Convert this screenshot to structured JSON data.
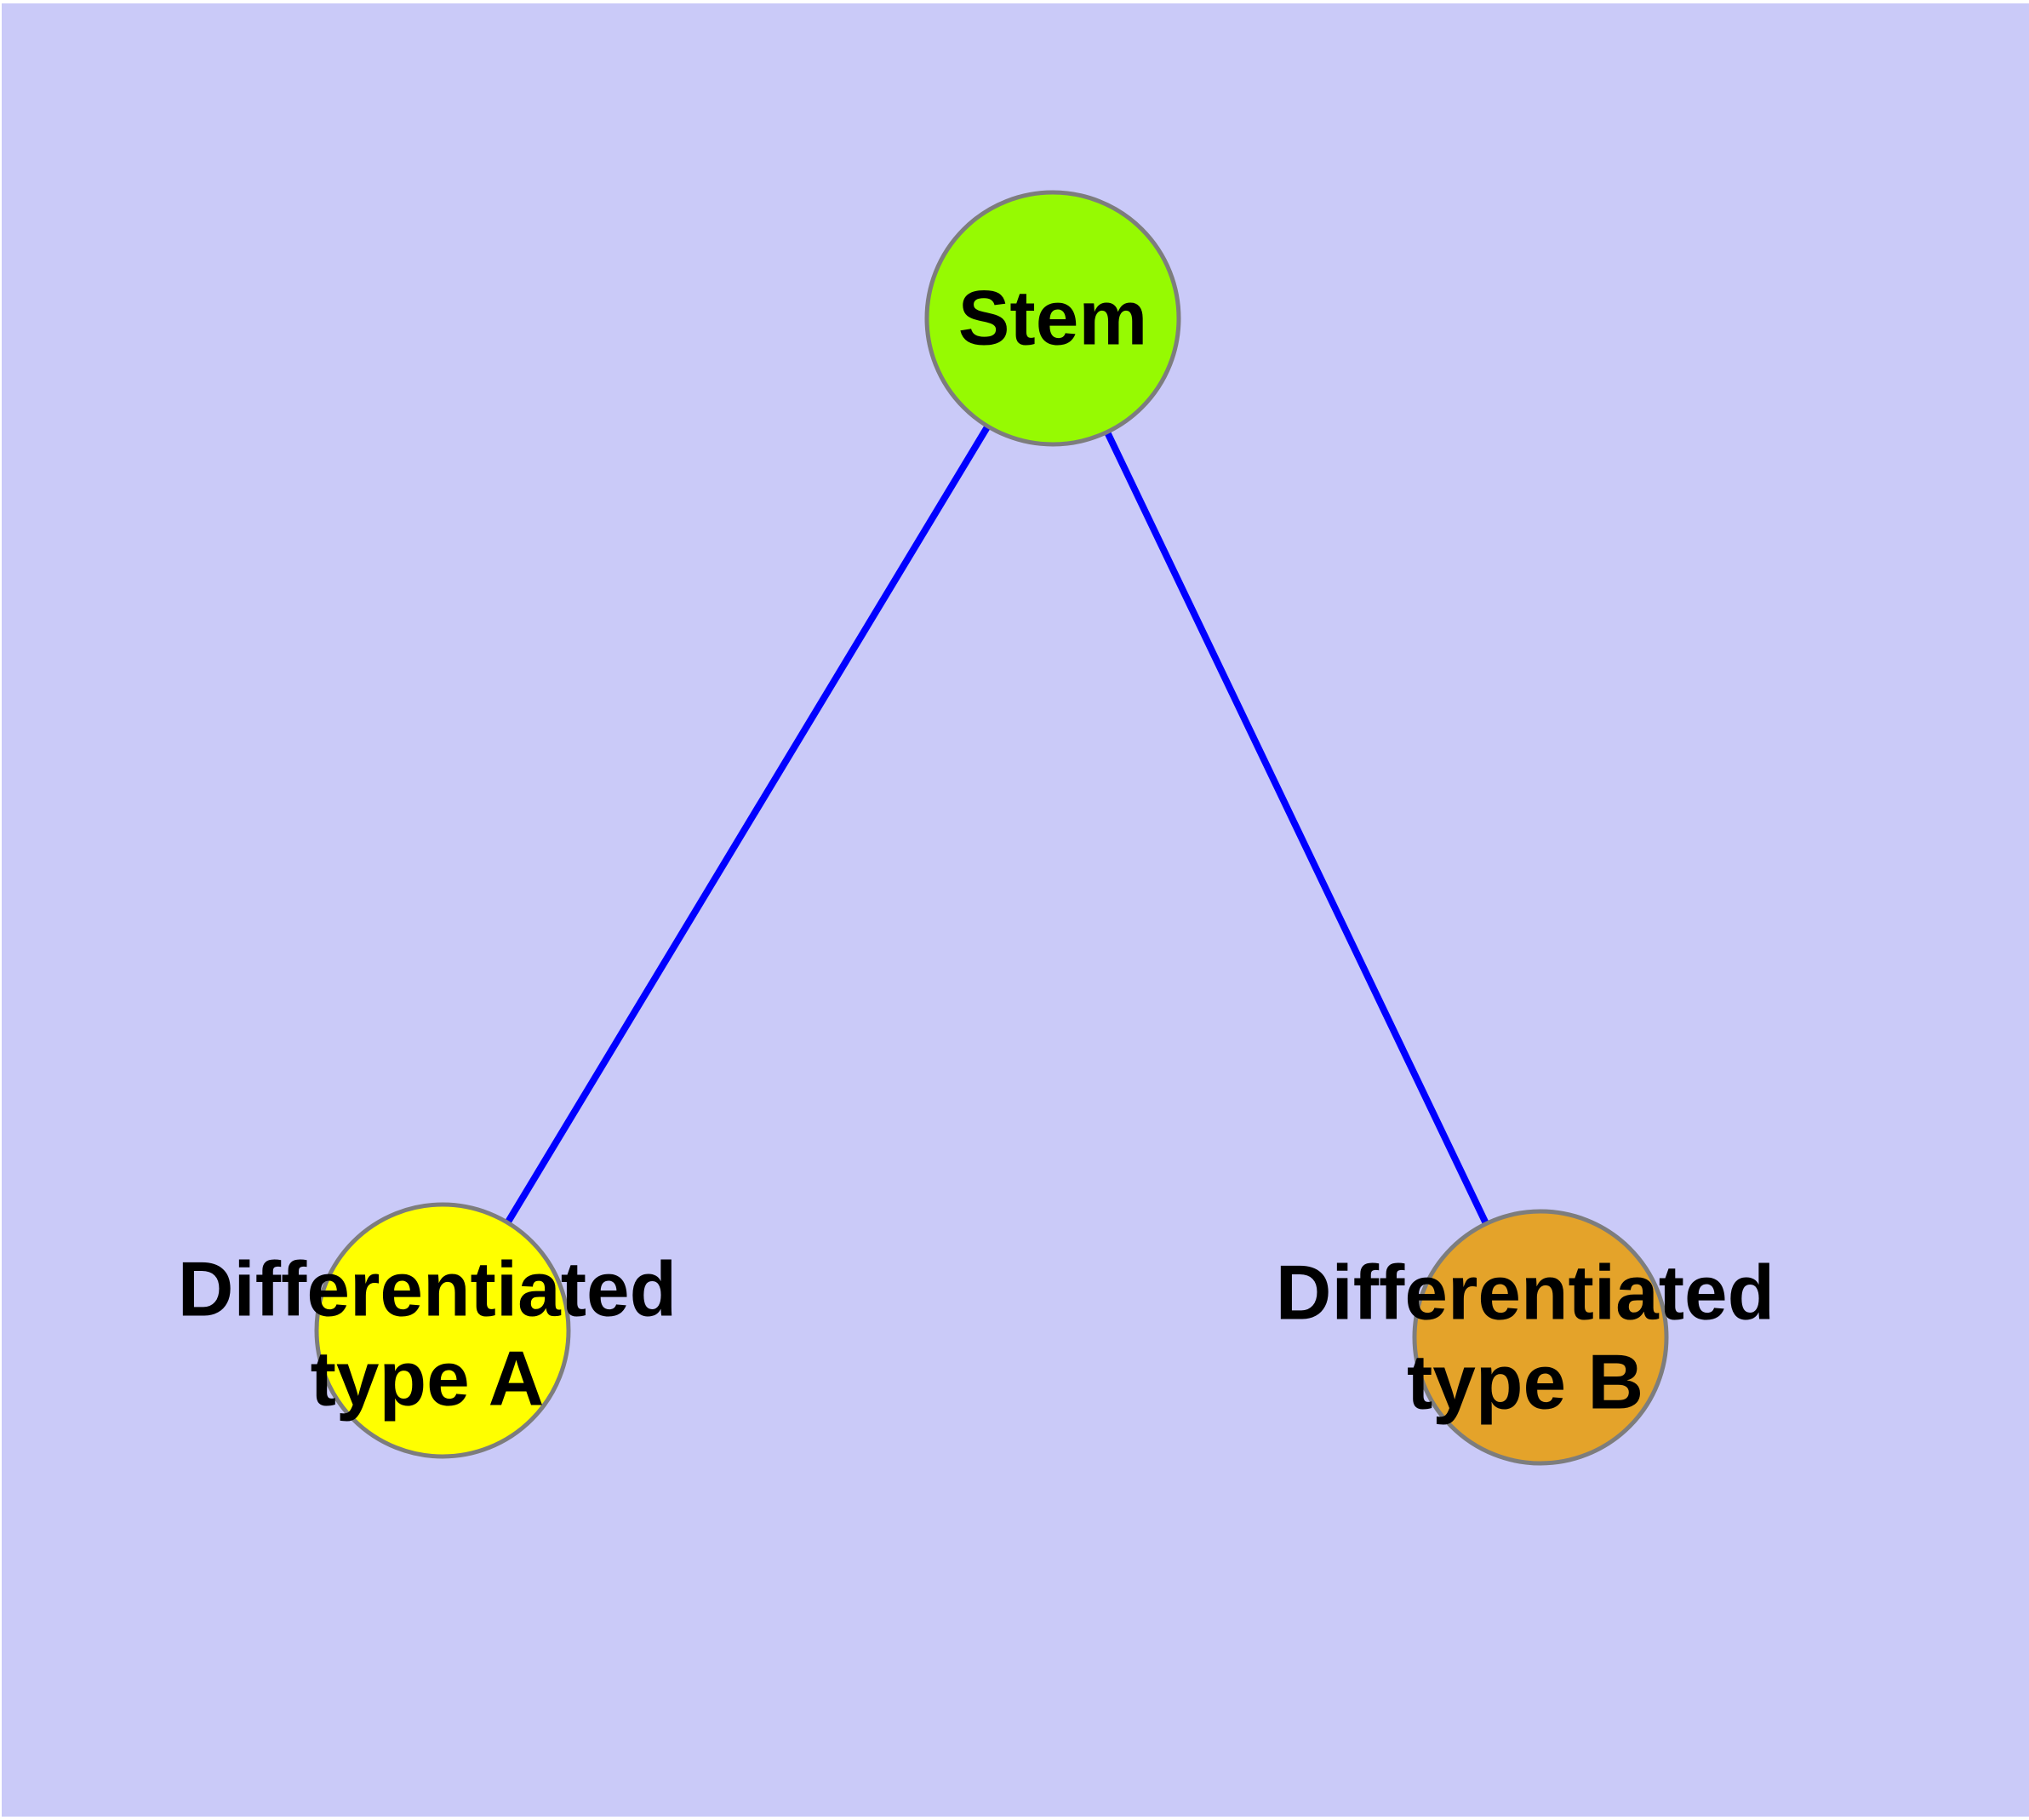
{
  "diagram": {
    "description": "Stem cell differentiation graph",
    "type": "node-link-diagram",
    "nodes": {
      "stem": {
        "label": "Stem",
        "fill": "#96fa02"
      },
      "type_a": {
        "label_line1": "Differentiated",
        "label_line2": "type A",
        "fill": "#ffff00"
      },
      "type_b": {
        "label_line1": "Differentiated",
        "label_line2": "type B",
        "fill": "#e4a32a"
      }
    },
    "edges": [
      {
        "from": "Stem",
        "to": "Differentiated type A"
      },
      {
        "from": "Stem",
        "to": "Differentiated type B"
      }
    ]
  },
  "colors": {
    "background": "#cacaf8",
    "frame": "#ffffff",
    "edge_stroke": "#0000ff",
    "node_border": "#7d7d7d",
    "label_text": "#000000"
  }
}
